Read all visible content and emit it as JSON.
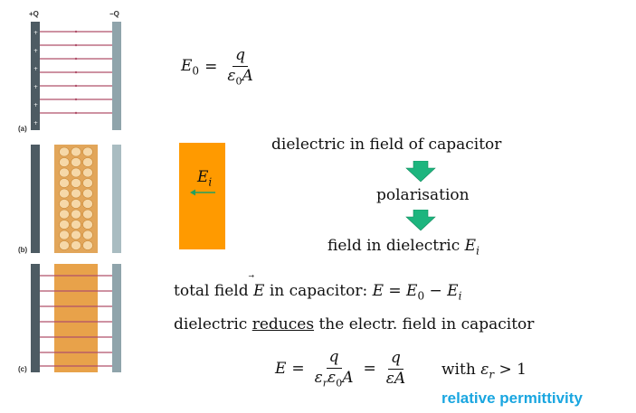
{
  "figure": {
    "panel_a": {
      "label": "(a)",
      "plus_label": "+Q",
      "minus_label": "−Q"
    },
    "panel_b": {
      "label": "(b)"
    },
    "panel_c": {
      "label": "(c)"
    }
  },
  "eq_e0": {
    "lhs": "E",
    "lhs_sub": "0",
    "eq": "=",
    "num": "q",
    "den_sym": "ε",
    "den_sub": "0",
    "den_rest": "A"
  },
  "dielectric_box": {
    "label": "E",
    "label_sub": "i",
    "color": "#ff9a00",
    "arrow_color": "#22a060"
  },
  "flow": {
    "step1": "dielectric in field of capacitor",
    "step2": "polarisation",
    "step3_text": "field in dielectric ",
    "step3_sym": "E",
    "step3_sub": "i",
    "arrow_color": "#1db57e"
  },
  "total_field": {
    "prefix": "total field ",
    "vec": "E",
    "mid": " in capacitor: ",
    "eq": "E = E",
    "sub0": "0",
    "minus": " − E",
    "subi": "i"
  },
  "reduces": {
    "pre": "dielectric ",
    "emph": "reduces",
    "post": " the electr. field in capacitor"
  },
  "final_eq": {
    "lhs": "E",
    "eq1": "=",
    "num1": "q",
    "den1_a": "ε",
    "den1_a_sub": "r",
    "den1_b": "ε",
    "den1_b_sub": "0",
    "den1_c": "A",
    "eq2": "=",
    "num2": "q",
    "den2": "εA",
    "with_text": "with ",
    "with_sym": "ε",
    "with_sub": "r",
    "with_rest": " > 1"
  },
  "relative": "relative permittivity"
}
